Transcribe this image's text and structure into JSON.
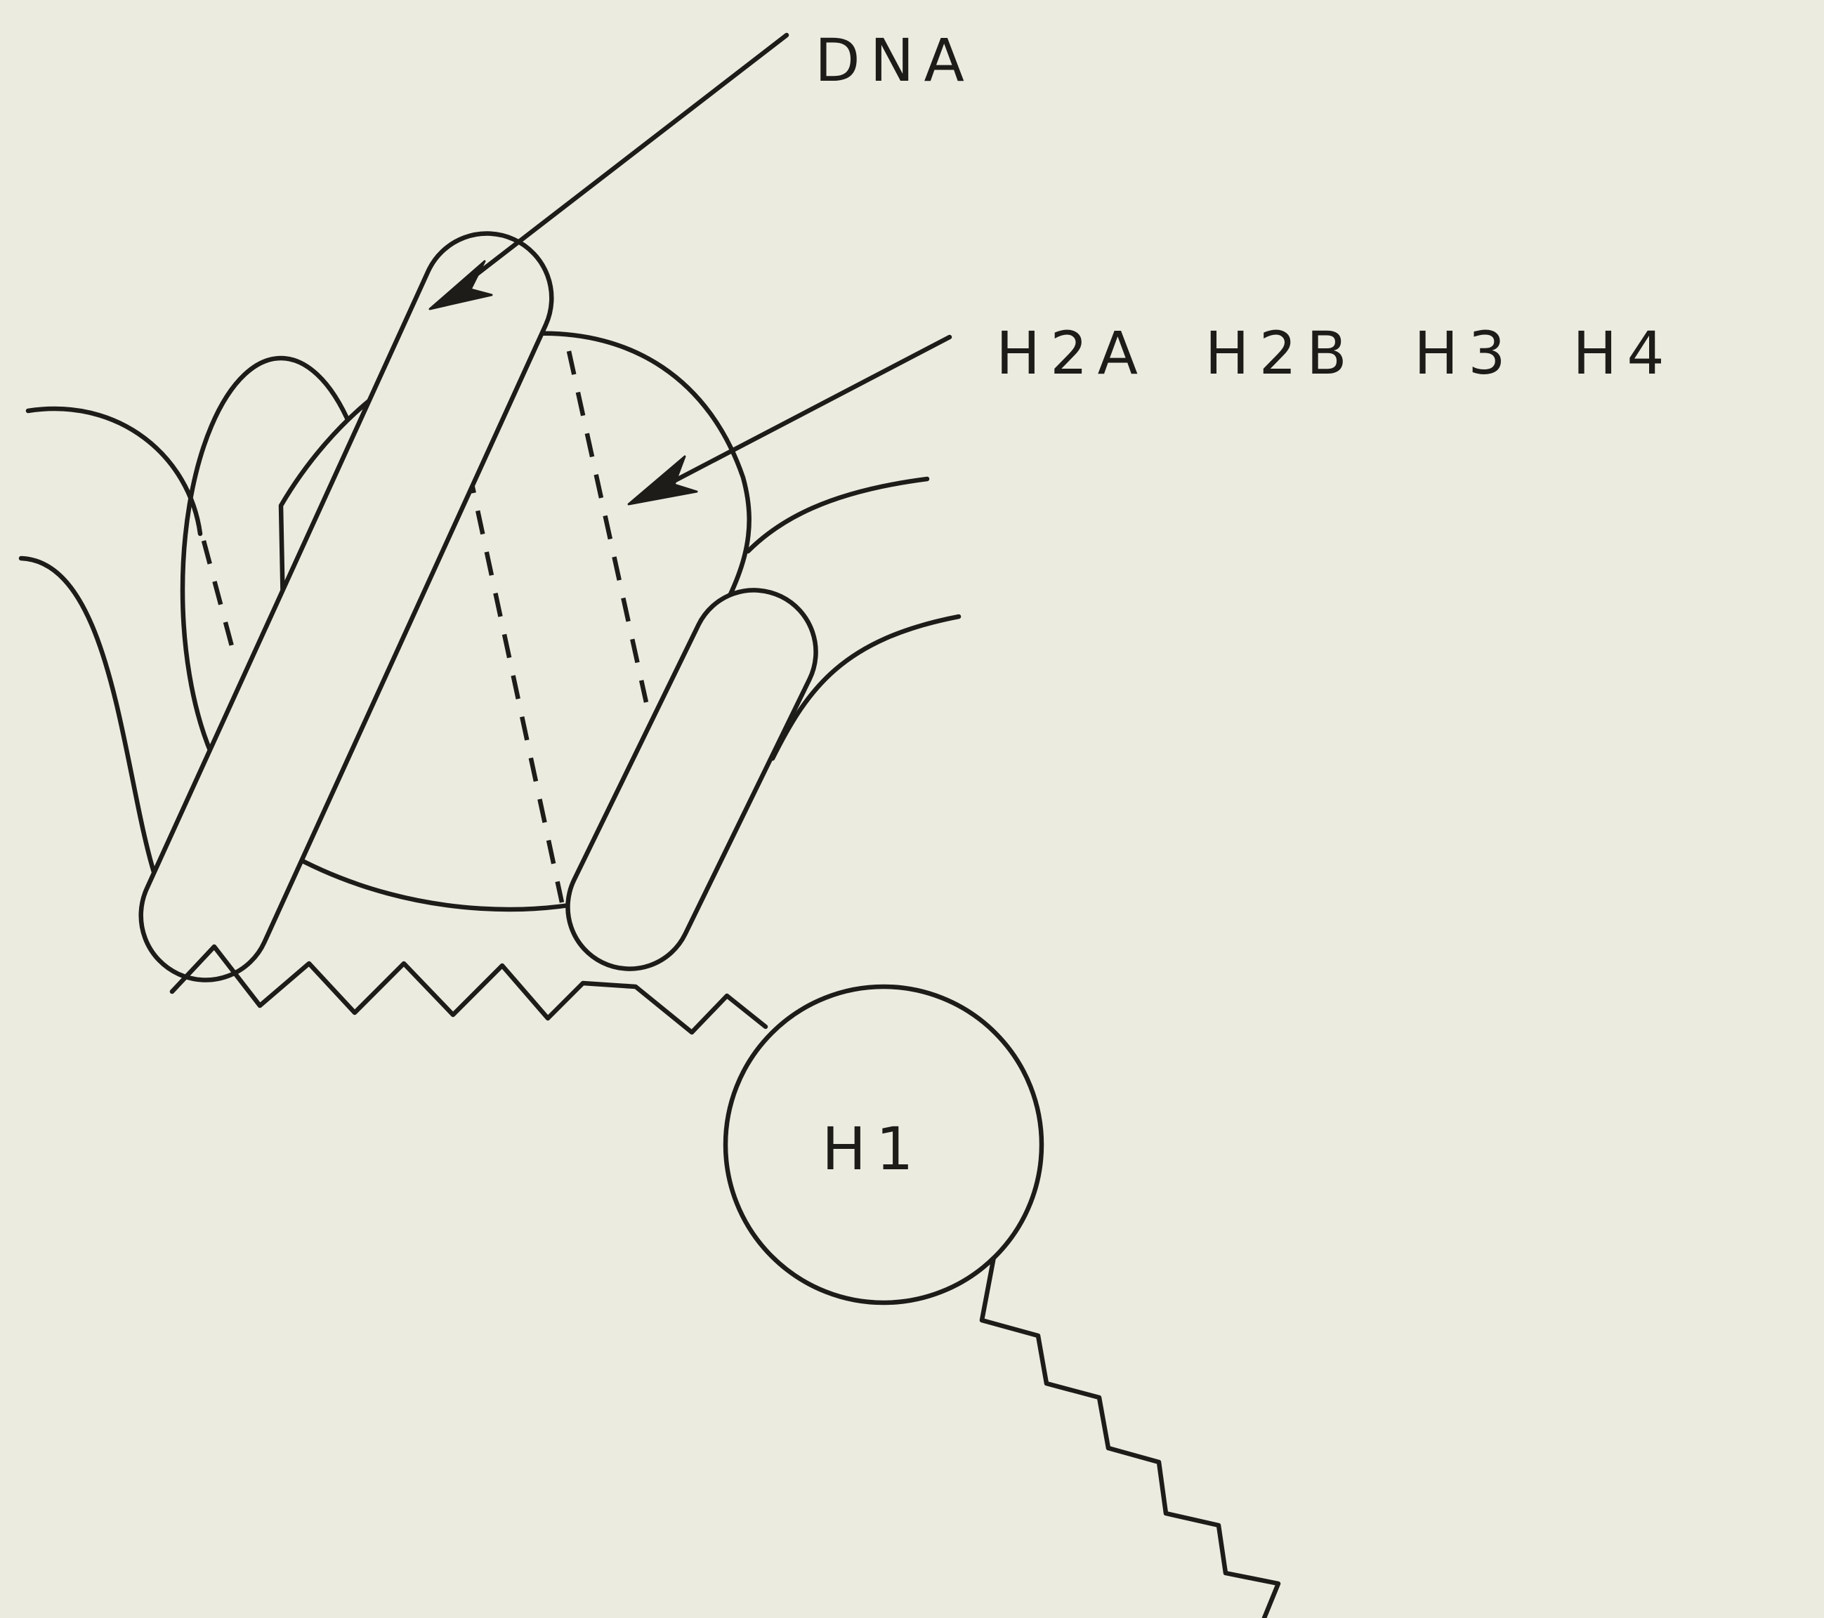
{
  "labels": {
    "dna": "DNA",
    "core_histones": "H2A  H2B  H3  H4",
    "linker_histone": "H1"
  }
}
